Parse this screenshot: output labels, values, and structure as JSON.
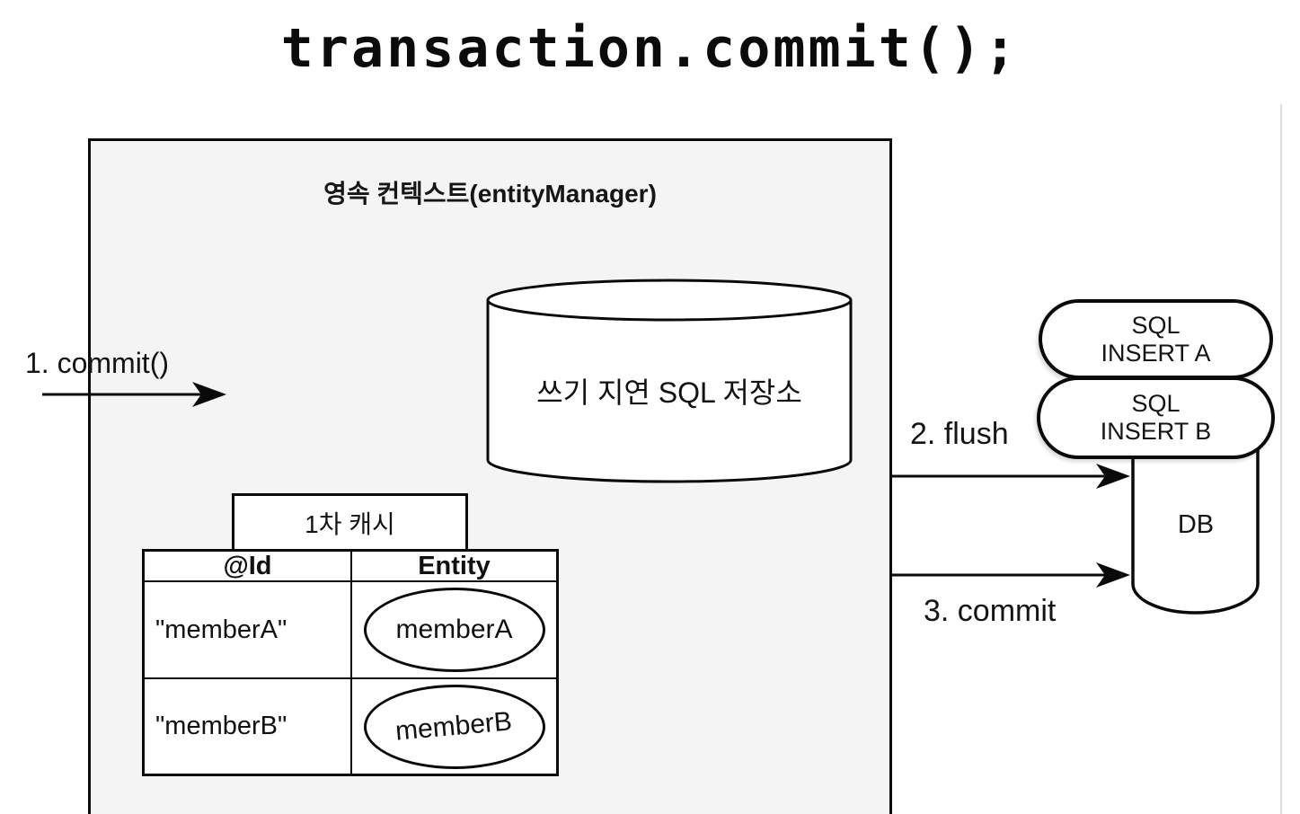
{
  "title": "transaction.commit();",
  "persistence_context": {
    "label": "영속 컨텍스트(entityManager)",
    "sql_store_label": "쓰기 지연 SQL 저장소",
    "cache": {
      "label": "1차 캐시",
      "columns": [
        "@Id",
        "Entity"
      ],
      "rows": [
        {
          "id": "\"memberA\"",
          "entity": "memberA"
        },
        {
          "id": "\"memberB\"",
          "entity": "memberB"
        }
      ]
    }
  },
  "arrows": {
    "step1": "1. commit()",
    "step2": "2. flush",
    "step3": "3. commit"
  },
  "database": {
    "label": "DB",
    "sql_pills": [
      {
        "line1": "SQL",
        "line2": "INSERT A"
      },
      {
        "line1": "SQL",
        "line2": "INSERT B"
      }
    ]
  },
  "colors": {
    "background": "#ffffff",
    "context_box_fill": "#f4f4f4",
    "stroke": "#0a0a0a",
    "screen_edge_line": "#dcdcdc"
  }
}
